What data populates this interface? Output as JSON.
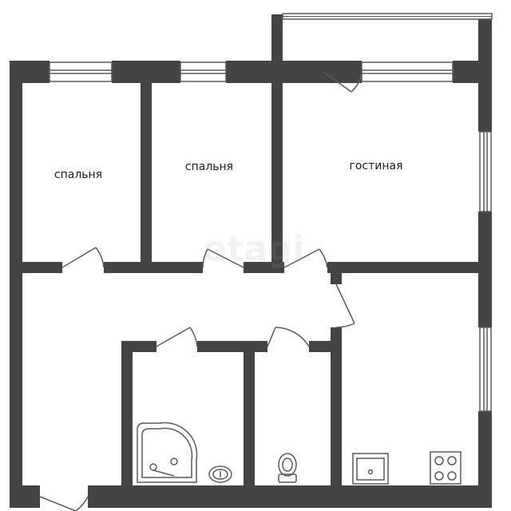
{
  "colors": {
    "wall": "#444444",
    "line": "#5a5a5a",
    "background": "#ffffff"
  },
  "rooms": [
    {
      "id": "bedroom-1",
      "label": "спальня"
    },
    {
      "id": "bedroom-2",
      "label": "спальня"
    },
    {
      "id": "living-room",
      "label": "гостиная"
    }
  ],
  "watermark": "etagi",
  "fixtures": [
    "shower-cabin-icon",
    "washbasin-icon",
    "toilet-icon",
    "kitchen-sink-icon",
    "stove-icon"
  ]
}
